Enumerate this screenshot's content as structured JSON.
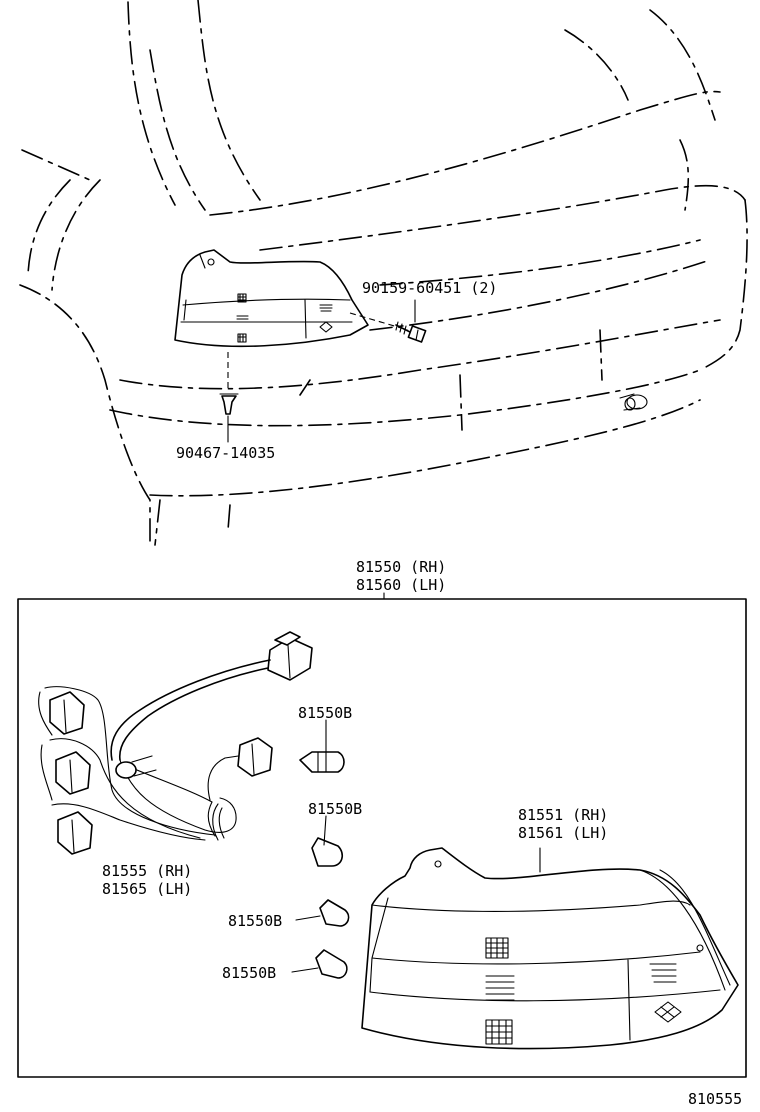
{
  "parts": {
    "screw": "90159-60451 (2)",
    "clip": "90467-14035",
    "lamp_assy_rh": "81550 (RH)",
    "lamp_assy_lh": "81560 (LH)",
    "socket_rh": "81555 (RH)",
    "socket_lh": "81565 (LH)",
    "bulb_1": "81550B",
    "bulb_2": "81550B",
    "bulb_3": "81550B",
    "bulb_4": "81550B",
    "lens_rh": "81551 (RH)",
    "lens_lh": "81561 (LH)"
  },
  "diagram_number": "810555"
}
